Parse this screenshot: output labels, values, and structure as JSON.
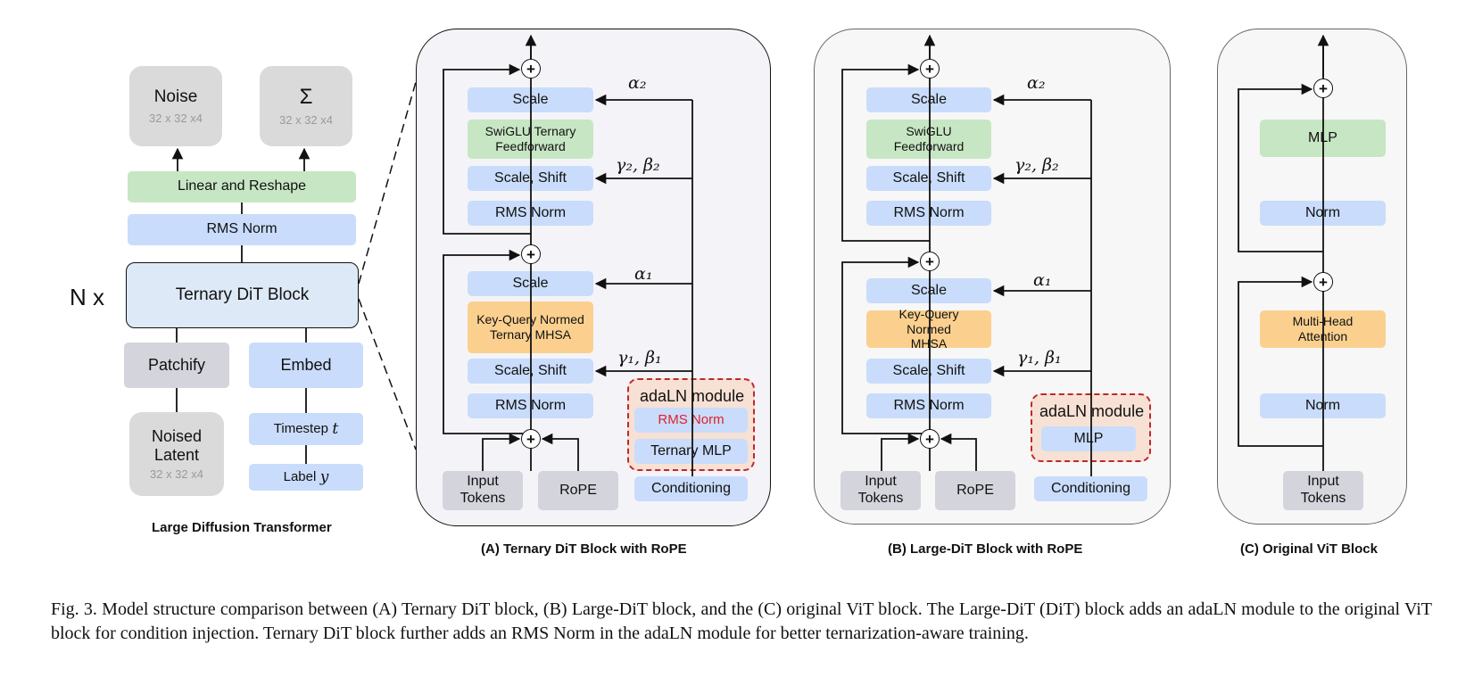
{
  "left": {
    "noise": {
      "label": "Noise",
      "shape": "32 x 32 x4"
    },
    "sigma": {
      "label": "Σ",
      "shape": "32 x 32 x4"
    },
    "linear": "Linear and Reshape",
    "rms": "RMS Norm",
    "nx": "N x",
    "block": "Ternary DiT Block",
    "patchify": "Patchify",
    "embed": "Embed",
    "noised": {
      "label": "Noised Latent",
      "shape": "32 x 32 x4"
    },
    "timestep": "Timestep",
    "timestep_var": "t",
    "label": "Label",
    "label_var": "y",
    "title": "Large Diffusion Transformer"
  },
  "panelA": {
    "scale2": "Scale",
    "ffn": "SwiGLU Ternary Feedforward",
    "scaleshift2": "Scale, Shift",
    "norm2": "RMS Norm",
    "scale1": "Scale",
    "attn": "Key-Query Normed Ternary MHSA",
    "scaleshift1": "Scale, Shift",
    "norm1": "RMS Norm",
    "input": "Input Tokens",
    "rope": "RoPE",
    "adaln_title": "adaLN module",
    "adaln_norm": "RMS Norm",
    "adaln_mlp": "Ternary MLP",
    "conditioning": "Conditioning",
    "alpha2": "α₂",
    "gb2": "γ₂, β₂",
    "alpha1": "α₁",
    "gb1": "γ₁, β₁",
    "title": "(A) Ternary DiT Block with RoPE"
  },
  "panelB": {
    "scale2": "Scale",
    "ffn": "SwiGLU Feedforward",
    "scaleshift2": "Scale, Shift",
    "norm2": "RMS Norm",
    "scale1": "Scale",
    "attn": "Key-Query Normed MHSA",
    "scaleshift1": "Scale, Shift",
    "norm1": "RMS Norm",
    "input": "Input Tokens",
    "rope": "RoPE",
    "adaln_title": "adaLN module",
    "adaln_mlp": "MLP",
    "conditioning": "Conditioning",
    "alpha2": "α₂",
    "gb2": "γ₂, β₂",
    "alpha1": "α₁",
    "gb1": "γ₁, β₁",
    "title": "(B) Large-DiT Block with RoPE"
  },
  "panelC": {
    "mlp": "MLP",
    "norm2": "Norm",
    "attn": "Multi-Head Attention",
    "norm1": "Norm",
    "input": "Input Tokens",
    "title": "(C) Original ViT Block"
  },
  "caption": "Fig. 3.  Model structure comparison between (A) Ternary DiT block, (B) Large-DiT block, and the (C) original ViT block. The Large-DiT (DiT) block adds an adaLN module to the original ViT block for condition injection. Ternary DiT block further adds an RMS Norm in the adaLN module for better ternarization-aware training.",
  "colors": {
    "blue_box": "#c9dcfb",
    "green_box": "#c7e6c3",
    "orange_box": "#fbd08f",
    "gray_box": "#d4d4dd",
    "adaln_border": "#c0272d",
    "adaln_fill": "#f7e1d4",
    "rms_norm_highlight": "#e0202a"
  }
}
